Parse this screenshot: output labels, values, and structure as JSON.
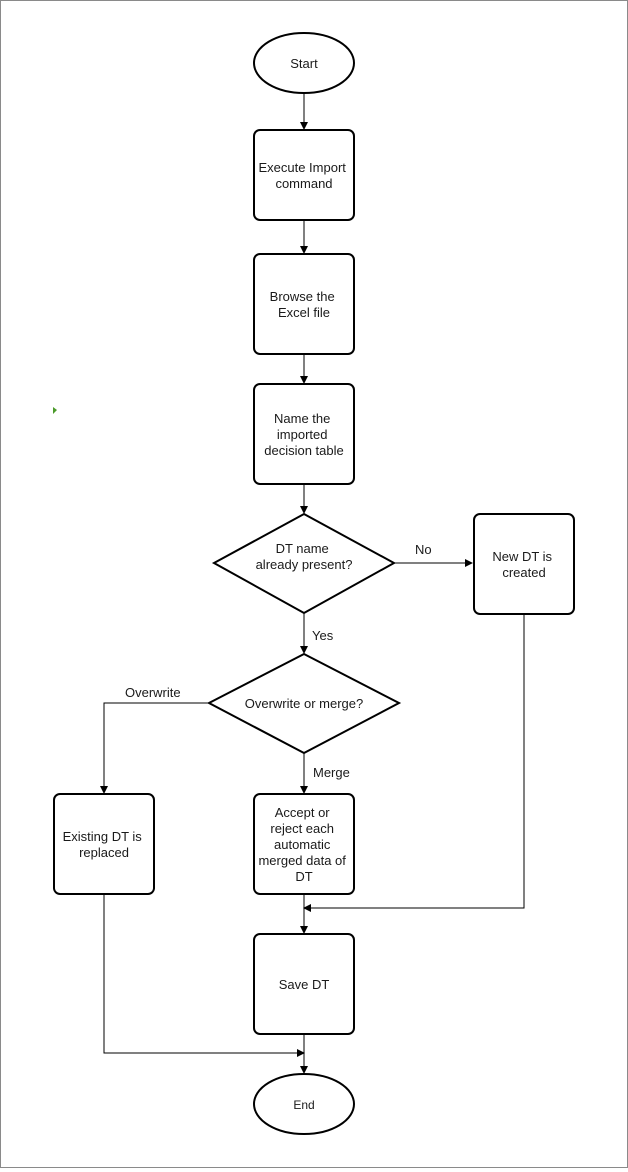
{
  "nodes": {
    "start": {
      "lines": [
        "Start"
      ]
    },
    "execute_import": {
      "lines": [
        "Execute Import",
        "command"
      ]
    },
    "browse_excel": {
      "lines": [
        "Browse the",
        "Excel file"
      ]
    },
    "name_table": {
      "lines": [
        "Name the",
        "imported",
        "decision table"
      ]
    },
    "dt_name_present": {
      "lines": [
        "DT name",
        "already present?"
      ]
    },
    "new_dt_created": {
      "lines": [
        "New DT is",
        "created"
      ]
    },
    "overwrite_or_merge": {
      "lines": [
        "Overwrite or merge?"
      ]
    },
    "existing_replaced": {
      "lines": [
        "Existing DT is",
        "replaced"
      ]
    },
    "accept_reject": {
      "lines": [
        "Accept or",
        "reject each",
        "automatic",
        "merged data of",
        "DT"
      ]
    },
    "save_dt": {
      "lines": [
        "Save DT"
      ]
    },
    "end": {
      "lines": [
        "End"
      ]
    }
  },
  "edge_labels": {
    "no": "No",
    "yes": "Yes",
    "overwrite": "Overwrite",
    "merge": "Merge"
  },
  "colors": {
    "stroke": "#000000",
    "fill": "#ffffff",
    "text": "#1a1a1a",
    "frame": "#8a8a8a",
    "marker_dot": "#4a9a2a"
  }
}
